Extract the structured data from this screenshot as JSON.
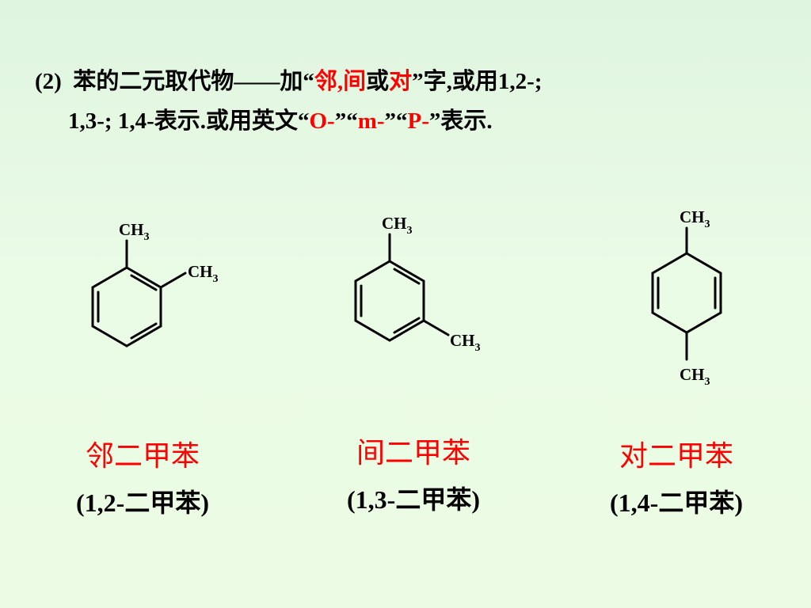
{
  "heading": {
    "line1": {
      "num": "(2)",
      "t1": "苯的二元取代物——加",
      "q_open": "“",
      "adj": "邻",
      "comma": ",",
      "mid": "间",
      "or": "或",
      "para": "对",
      "q_close": "”",
      "t2": "字,或用1,2-;"
    },
    "line2": {
      "t1": "1,3-; 1,4-表示.或用英文",
      "q1_open": "“",
      "o": "O-",
      "q1_close": "”",
      "q2_open": "“",
      "m": "m-",
      "q2_close": "”",
      "q3_open": "“",
      "p": "P-",
      "q3_close": "”",
      "t2": "表示."
    }
  },
  "molecules": [
    {
      "label_main": "CH",
      "label_sub": "3",
      "name": "邻二甲苯",
      "systematic": "(1,2-二甲苯)"
    },
    {
      "label_main": "CH",
      "label_sub": "3",
      "name": "间二甲苯",
      "systematic": "(1,3-二甲苯)"
    },
    {
      "label_main": "CH",
      "label_sub": "3",
      "name": "对二甲苯",
      "systematic": "(1,4-二甲苯)"
    }
  ],
  "colors": {
    "accent": "#ff0000",
    "text": "#000000",
    "bg": "#e6f9e2"
  }
}
